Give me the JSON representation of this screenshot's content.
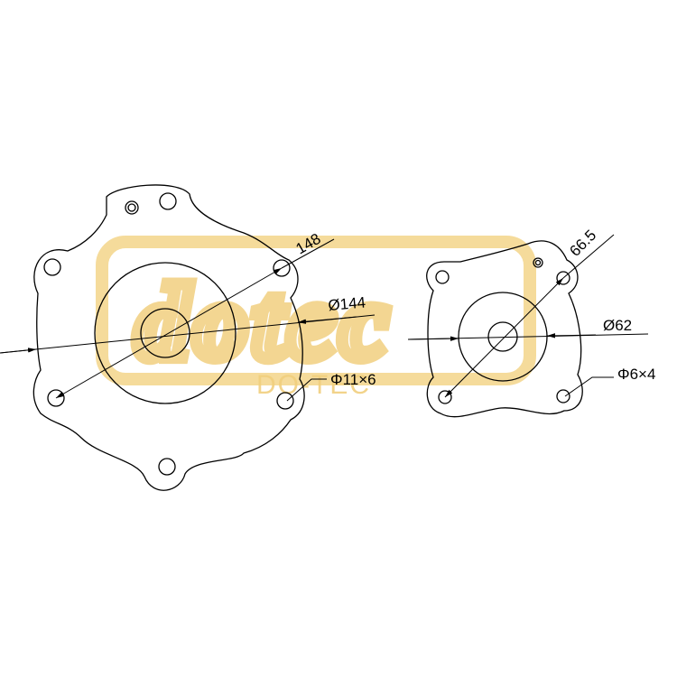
{
  "watermark": {
    "brand": "dotec",
    "subtitle": "DO-TEC"
  },
  "large_gasket": {
    "dim_pitch": "148",
    "dim_diameter": "Ø144",
    "dim_holes": "Φ11×6"
  },
  "small_gasket": {
    "dim_pitch": "66.5",
    "dim_diameter": "Ø62",
    "dim_holes": "Φ6×4"
  }
}
